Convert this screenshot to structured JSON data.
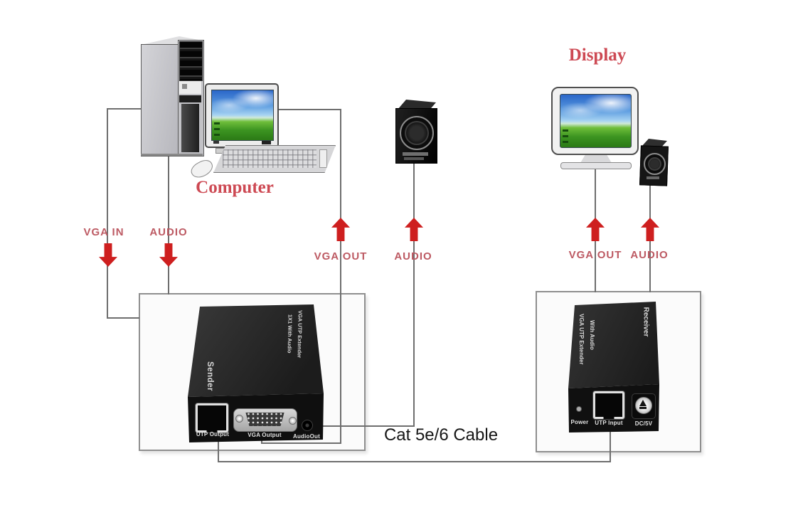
{
  "titles": {
    "computer": "Computer",
    "display": "Display"
  },
  "cable_label": "Cat 5e/6 Cable",
  "arrows": [
    {
      "label": "VGA IN",
      "direction": "down"
    },
    {
      "label": "AUDIO",
      "direction": "down"
    },
    {
      "label": "VGA OUT",
      "direction": "up"
    },
    {
      "label": "AUDIO",
      "direction": "up"
    },
    {
      "label": "VGA OUT",
      "direction": "up"
    },
    {
      "label": "AUDIO",
      "direction": "up"
    }
  ],
  "sender": {
    "side_label": "Sender",
    "model_line1": "VGA UTP Extender",
    "model_line2": "1X1 With Audio",
    "ports": {
      "utp": "UTP Output",
      "vga": "VGA Output",
      "audio": "AudioOut"
    }
  },
  "receiver": {
    "side_label": "Receiver",
    "model_line1": "VGA UTP Extender",
    "model_line2": "With Audio",
    "ports": {
      "power": "Power",
      "utp": "UTP Input",
      "dc": "DC/5V"
    }
  },
  "colors": {
    "arrow_red": "#ce1f1f",
    "signal_label": "#bd5a63",
    "title_red": "#cd4953",
    "line_gray": "#6e6e6e"
  }
}
